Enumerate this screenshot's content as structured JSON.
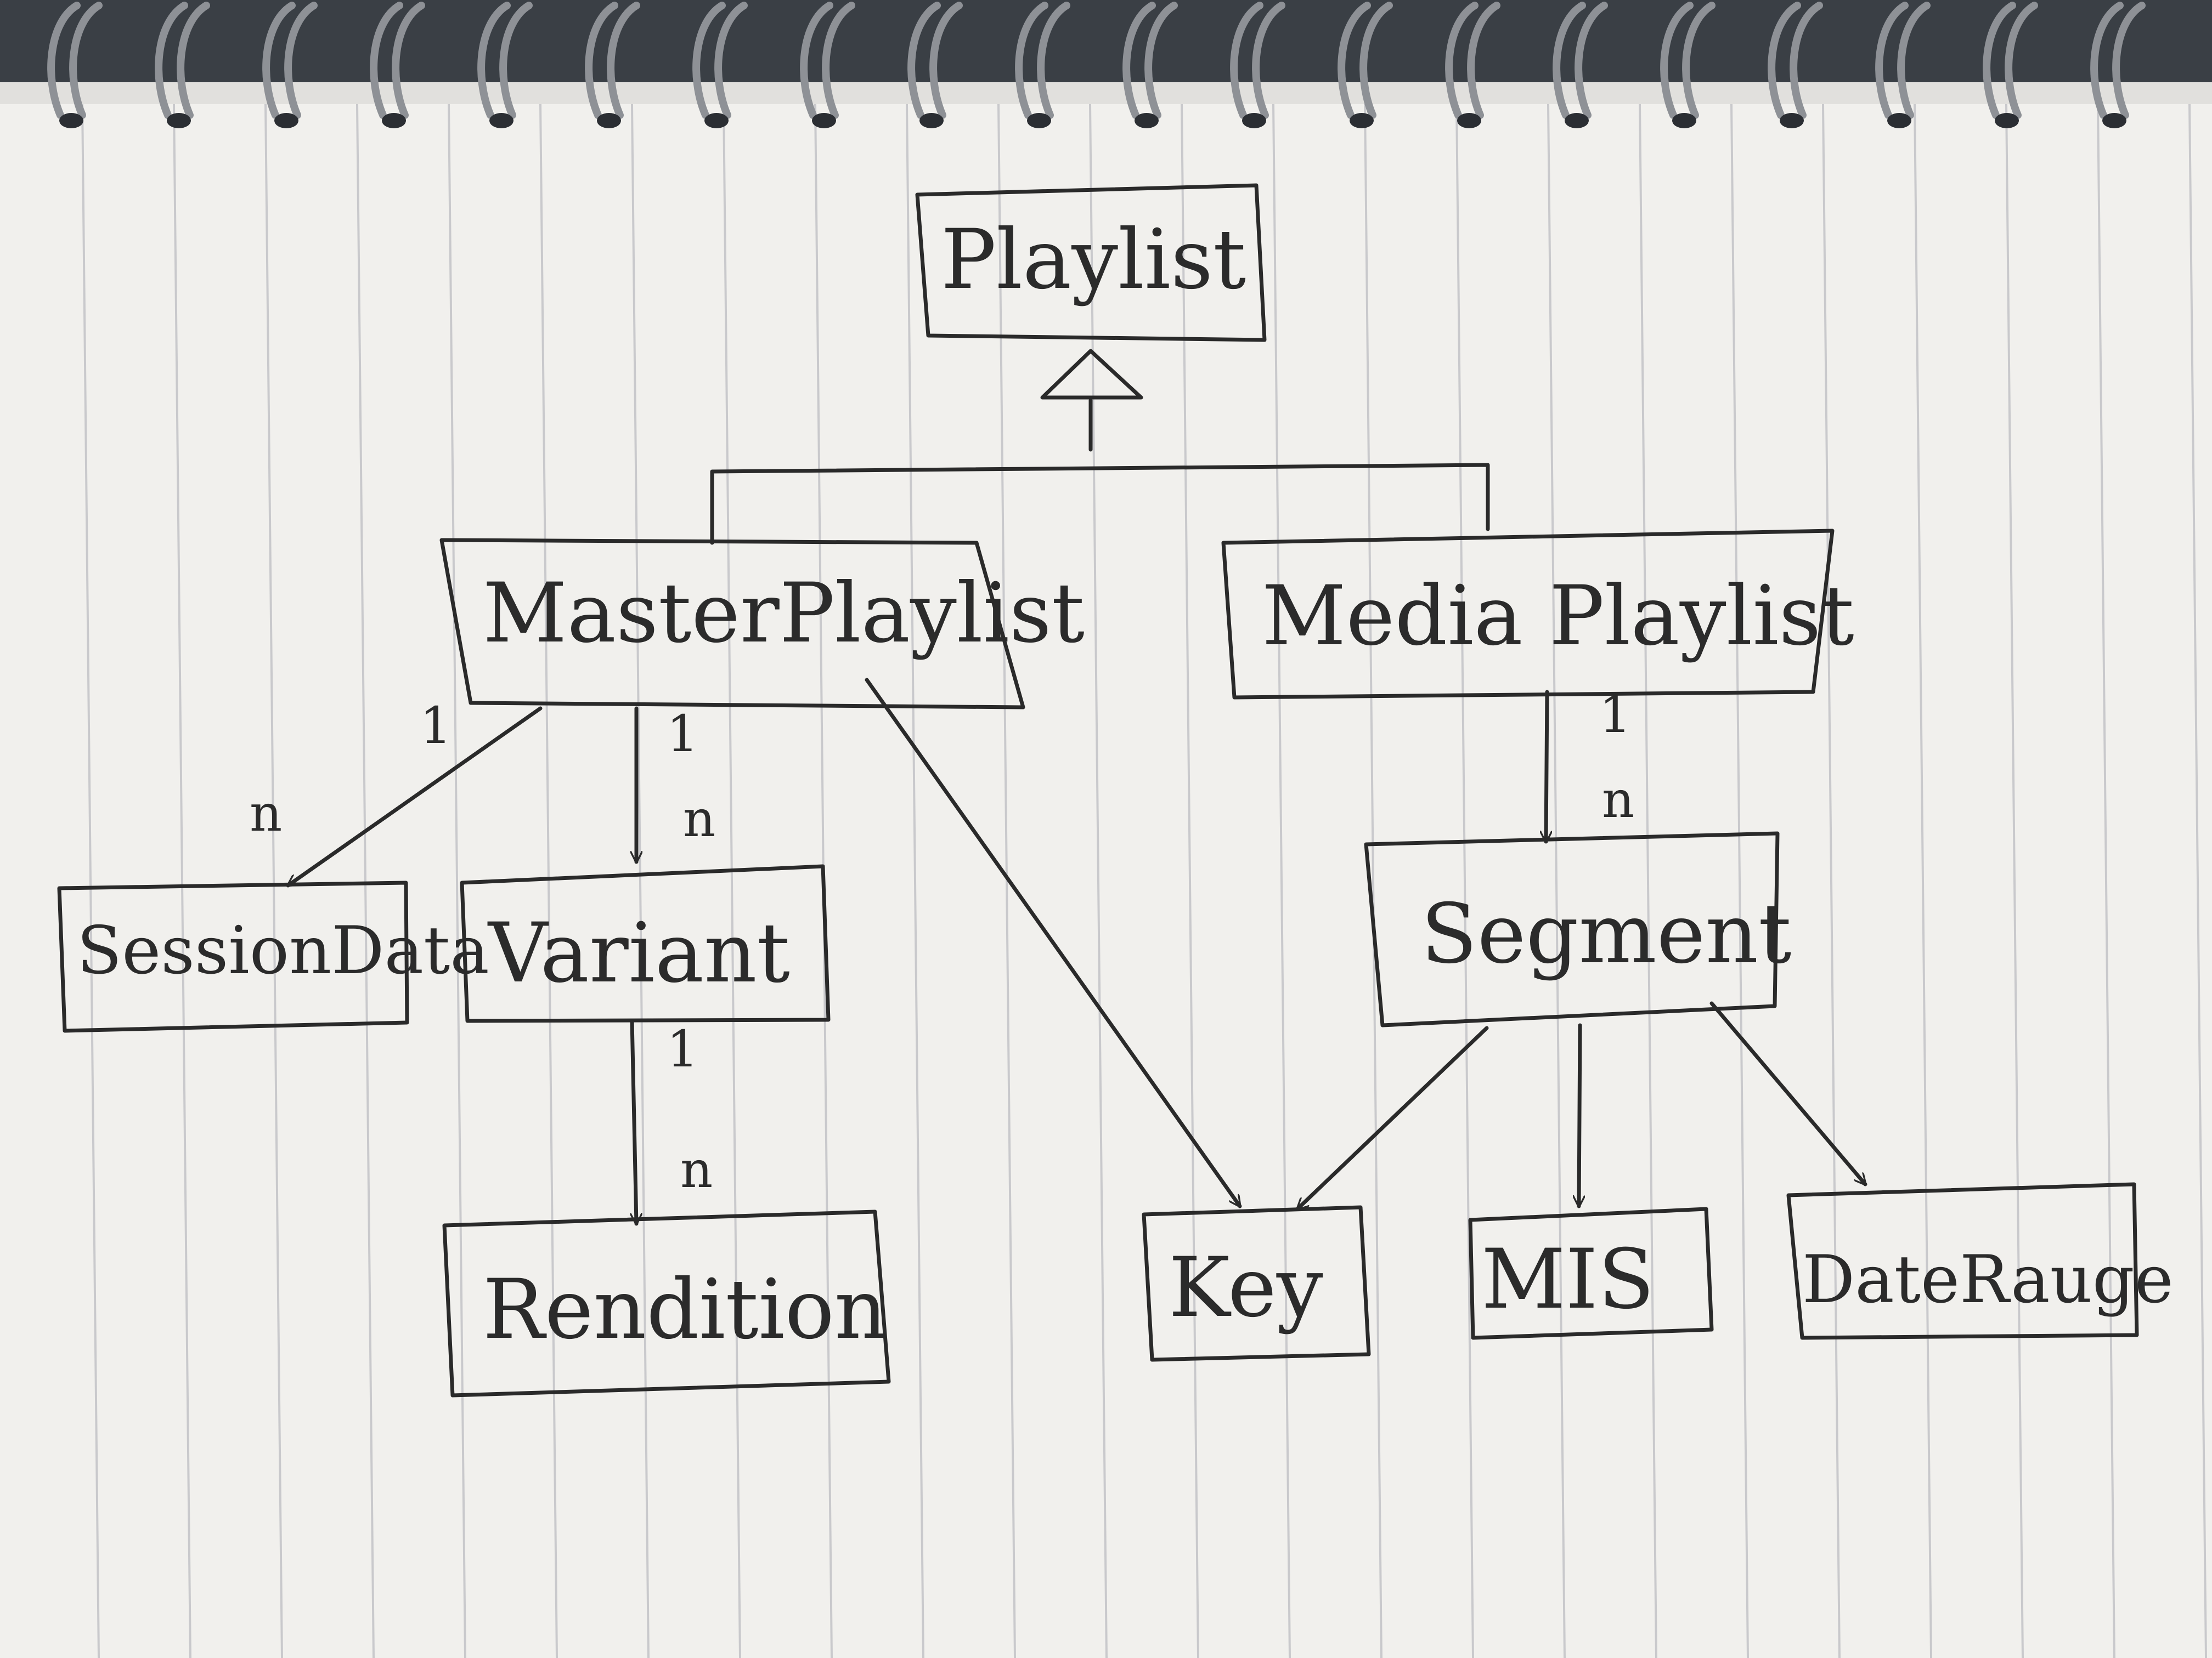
{
  "diagram": {
    "nodes": [
      {
        "id": "playlist",
        "label": "Playlist"
      },
      {
        "id": "master",
        "label": "MasterPlaylist"
      },
      {
        "id": "media",
        "label": "Media Playlist"
      },
      {
        "id": "session",
        "label": "SessionData"
      },
      {
        "id": "variant",
        "label": "Variant"
      },
      {
        "id": "rendition",
        "label": "Rendition"
      },
      {
        "id": "segment",
        "label": "Segment"
      },
      {
        "id": "key",
        "label": "Key"
      },
      {
        "id": "mis",
        "label": "MIS"
      },
      {
        "id": "daterange",
        "label": "DateRauge"
      }
    ],
    "multiplicities": {
      "master_session_from": "1",
      "master_session_to": "n",
      "master_variant_from": "1",
      "master_variant_to": "n",
      "variant_rendition_from": "1",
      "variant_rendition_to": "n",
      "media_segment_from": "1",
      "media_segment_to": "n"
    },
    "colors": {
      "paper": "#f1f0ed",
      "rule_line": "#c9c9cc",
      "ink": "#2a2a2a",
      "ring": "#8e9196"
    }
  }
}
